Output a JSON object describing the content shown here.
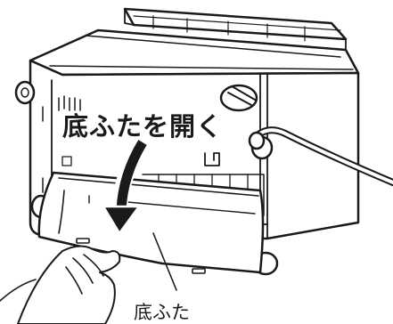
{
  "figure": {
    "instruction": "底ふたを開く",
    "part_label": "底ふた",
    "colors": {
      "ink": "#1a1a1a",
      "background": "#ffffff",
      "arrow": "#1a1a1a"
    },
    "icons": [
      "hand-illustration",
      "curved-arrow-icon",
      "power-cord",
      "dial-knob"
    ]
  }
}
